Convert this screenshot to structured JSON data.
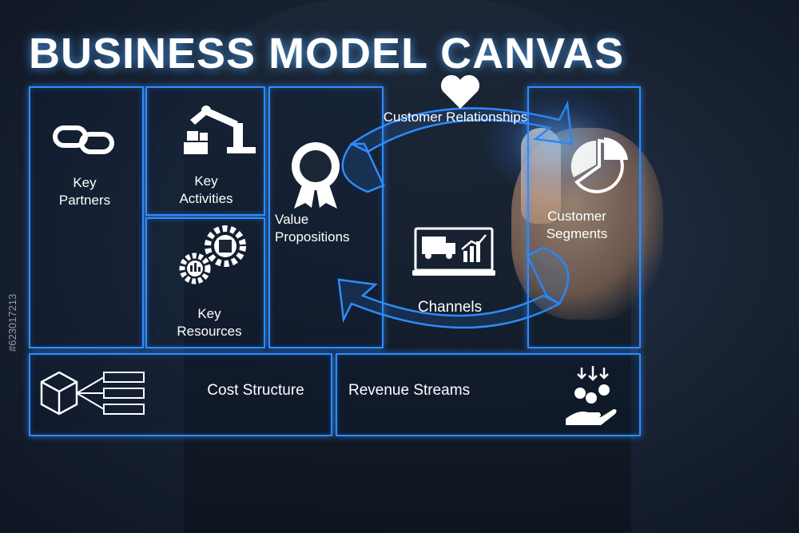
{
  "title": "BUSINESS MODEL CANVAS",
  "blocks": {
    "key_partners": "Key\nPartners",
    "key_activities": "Key\nActivities",
    "key_resources": "Key\nResources",
    "value_propositions": "Value\nPropositions",
    "customer_relationships": "Customer Relationships",
    "channels": "Channels",
    "customer_segments": "Customer\nSegments",
    "cost_structure": "Cost Structure",
    "revenue_streams": "Revenue Streams"
  },
  "watermark": "#623017213",
  "colors": {
    "accent": "#2e8cff",
    "background": "#1a2536"
  },
  "icons": [
    "link-icon",
    "robot-arm-icon",
    "gears-icon",
    "award-ribbon-icon",
    "heart-icon",
    "laptop-truck-icon",
    "pie-chart-icon",
    "cube-hierarchy-icon",
    "money-hand-icon"
  ]
}
